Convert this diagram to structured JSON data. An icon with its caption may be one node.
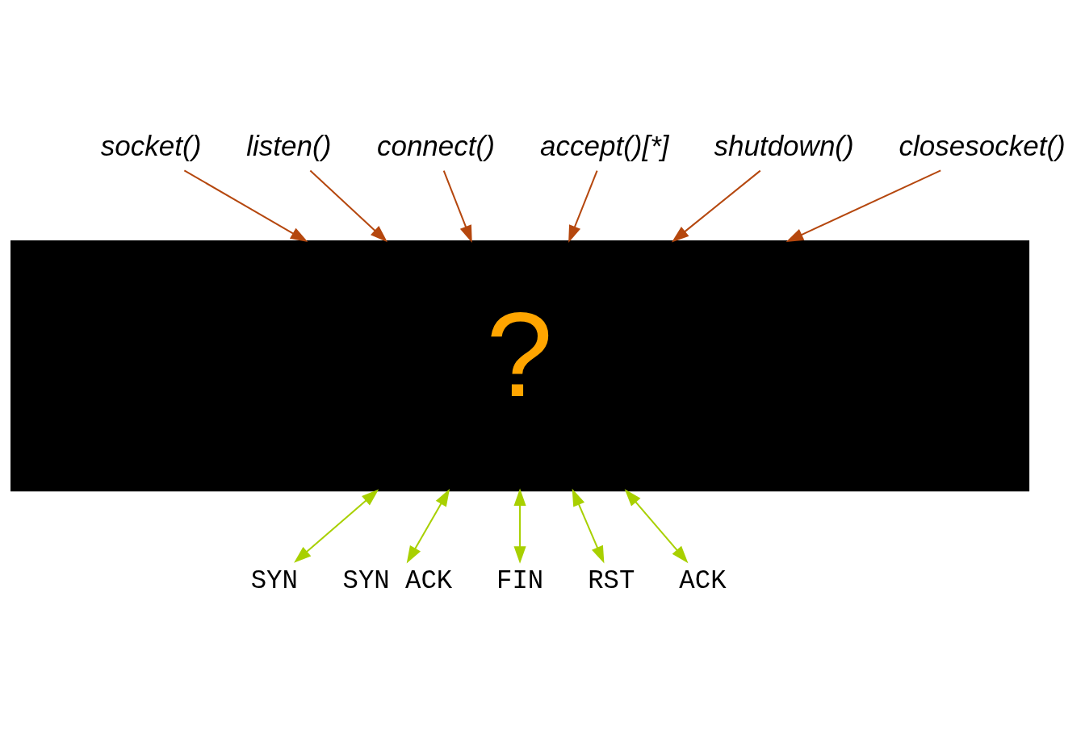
{
  "diagram": {
    "nodes": [
      {
        "text": [
          "?"
        ]
      },
      {
        "text": [
          "socket()"
        ]
      },
      {
        "text": [
          "listen()"
        ]
      },
      {
        "text": [
          "connect()"
        ]
      },
      {
        "text": [
          "accept()[*]"
        ]
      },
      {
        "text": [
          "shutdown()"
        ]
      },
      {
        "text": [
          "closesocket()"
        ]
      },
      {
        "text": [
          "SYN"
        ]
      },
      {
        "text": [
          "SYN ACK"
        ]
      },
      {
        "text": [
          "FIN"
        ]
      },
      {
        "text": [
          "RST"
        ]
      },
      {
        "text": [
          "ACK"
        ]
      }
    ],
    "edges": [
      {
        "from": 1,
        "to": 0,
        "arrow": "to",
        "color": "#b5470e"
      },
      {
        "from": 2,
        "to": 0,
        "arrow": "to",
        "color": "#b5470e"
      },
      {
        "from": 3,
        "to": 0,
        "arrow": "to",
        "color": "#b5470e"
      },
      {
        "from": 4,
        "to": 0,
        "arrow": "to",
        "color": "#b5470e"
      },
      {
        "from": 5,
        "to": 0,
        "arrow": "to",
        "color": "#b5470e"
      },
      {
        "from": 6,
        "to": 0,
        "arrow": "to",
        "color": "#b5470e"
      },
      {
        "from": 7,
        "to": 0,
        "arrow": "both",
        "color": "#a8d000"
      },
      {
        "from": 8,
        "to": 0,
        "arrow": "both",
        "color": "#a8d000"
      },
      {
        "from": 9,
        "to": 0,
        "arrow": "both",
        "color": "#a8d000"
      },
      {
        "from": 10,
        "to": 0,
        "arrow": "both",
        "color": "#a8d000"
      },
      {
        "from": 11,
        "to": 0,
        "arrow": "both",
        "color": "#a8d000"
      }
    ]
  }
}
